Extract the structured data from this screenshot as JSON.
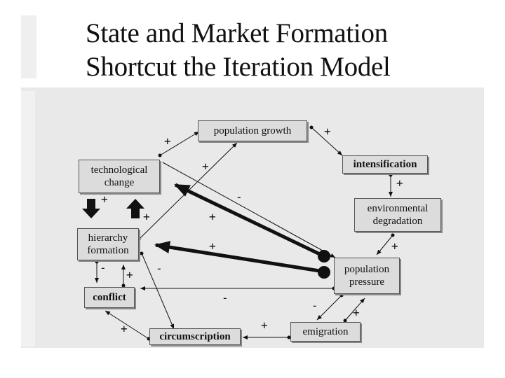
{
  "title": {
    "line1": "State and Market Formation",
    "line2": "Shortcut the Iteration Model"
  },
  "nodes": {
    "population_growth": "population growth",
    "intensification": "intensification",
    "environmental_degradation": [
      "environmental",
      "degradation"
    ],
    "population_pressure": [
      "population",
      "pressure"
    ],
    "emigration": "emigration",
    "circumscription": "circumscription",
    "conflict": "conflict",
    "hierarchy_formation": [
      "hierarchy",
      "formation"
    ],
    "technological_change": [
      "technological",
      "change"
    ]
  },
  "signs": {
    "growth_to_intens": "+",
    "tech_to_growth": "+",
    "intens_to_envdeg": "+",
    "envdeg_to_pressure": "+",
    "pressure_to_emig": "-",
    "emig_to_pressure": "+",
    "emig_to_circ": "+",
    "circ_to_conflict": "+",
    "conflict_to_hier": "+",
    "hier_to_conflict": "-",
    "hier_to_circ": "-",
    "tech_to_hier": "+",
    "hier_to_tech": "+",
    "pressure_to_tech_thick": "-",
    "pressure_to_hier_thick": "+",
    "hier_to_growth": "+",
    "hier_to_growth2": "+",
    "pressure_to_conflict": "-"
  }
}
